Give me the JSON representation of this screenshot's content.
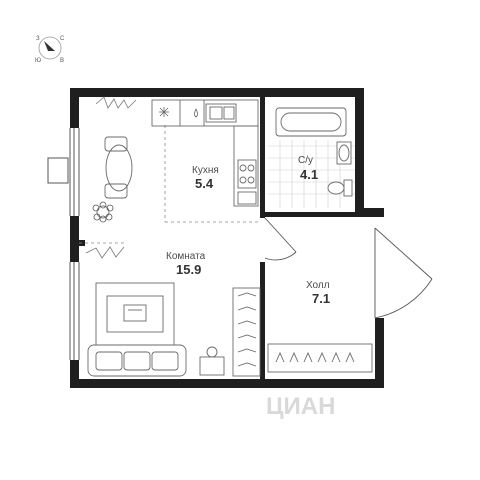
{
  "compass": {
    "n": "С",
    "w": "З",
    "s": "Ю",
    "e": "В"
  },
  "rooms": {
    "kitchen": {
      "name": "Кухня",
      "area": "5.4"
    },
    "bathroom": {
      "name": "С/у",
      "area": "4.1"
    },
    "living": {
      "name": "Комната",
      "area": "15.9"
    },
    "hall": {
      "name": "Холл",
      "area": "7.1"
    }
  },
  "watermark": "ЦИАН",
  "colors": {
    "wall": "#1f1f1f",
    "line": "#7a7a7a",
    "tile": "#c8c8c8",
    "bg": "#ffffff",
    "watermark": "#d9d9d9"
  }
}
